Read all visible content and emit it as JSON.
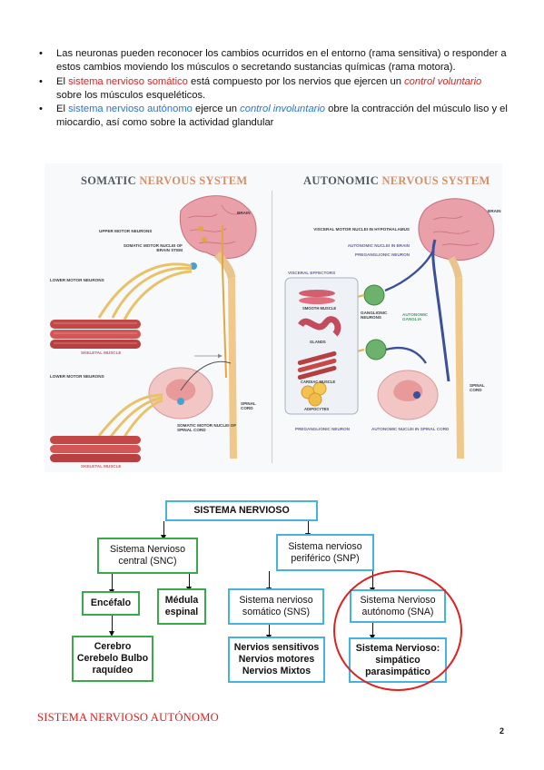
{
  "intro": {
    "b1": "Las neuronas pueden reconocer los cambios ocurridos en el entorno (rama sensitiva) o responder a estos cambios moviendo los músculos o secretando sustancias químicas (rama motora).",
    "b2_pre": "El ",
    "b2_red": "sistema nervioso somático",
    "b2_mid": " está compuesto por los nervios que ejercen un ",
    "b2_redi": "control voluntario",
    "b2_post": " sobre los músculos esqueléticos.",
    "b3_pre": "El ",
    "b3_blue": "sistema nervioso autónomo",
    "b3_mid": " ejerce un ",
    "b3_bluei": "control involuntario",
    "b3_post": " obre la contracción del músculo liso y el miocardio, así como sobre la actividad glandular",
    "bullet_glyph": "•"
  },
  "figure": {
    "somatic_title_dark": "SOMATIC",
    "somatic_title_accent": "NERVOUS SYSTEM",
    "autonomic_title_dark": "AUTONOMIC",
    "autonomic_title_accent": "NERVOUS SYSTEM",
    "somatic_labels": {
      "brain": "BRAIN",
      "upper": "UPPER MOTOR NEURONS",
      "stem": "SOMATIC MOTOR NUCLEI OF BRAIN STEM",
      "lower1": "LOWER MOTOR NEURONS",
      "skeletal1": "SKELETAL MUSCLE",
      "lower2": "LOWER MOTOR NEURONS",
      "spinal": "SPINAL CORD",
      "nuclei": "SOMATIC MOTOR NUCLEI OF SPINAL CORD",
      "skeletal2": "SKELETAL MUSCLE"
    },
    "autonomic_labels": {
      "brain": "BRAIN",
      "visceral": "VISCERAL MOTOR NUCLEI IN HYPOTHALAMUS",
      "nuclei_brain": "AUTONOMIC NUCLEI IN BRAIN",
      "pregang1": "PREGANGLIONIC NEURON",
      "effectors": "VISCERAL EFFECTORS",
      "smooth": "SMOOTH MUSCLE",
      "glands": "GLANDS",
      "cardiac": "CARDIAC MUSCLE",
      "adipocytes": "ADIPOCYTES",
      "ganglionic": "GANGLIONIC NEURONS",
      "ganglia": "AUTONOMIC GANGLIA",
      "spinal": "SPINAL CORD",
      "pregang2": "PREGANGLIONIC NEURON",
      "nuclei_spinal": "AUTONOMIC NUCLEI IN SPINAL CORD"
    }
  },
  "diagram": {
    "root": "SISTEMA NERVIOSO",
    "snc": "Sistema Nervioso central (SNC)",
    "snp": "Sistema nervioso periférico (SNP)",
    "encefalo": "Encéfalo",
    "medula": "Médula espinal",
    "sns": "Sistema nervioso somático (SNS)",
    "sna": "Sistema Nervioso autónomo (SNA)",
    "encefalo_parts": "Cerebro Cerebelo Bulbo raquídeo",
    "sns_parts": "Nervios sensitivos Nervios motores Nervios Mixtos",
    "sna_parts": "Sistema Nervioso: simpático parasimpático"
  },
  "section_title": "SISTEMA NERVIOSO AUTÓNOMO",
  "page_number": "2"
}
